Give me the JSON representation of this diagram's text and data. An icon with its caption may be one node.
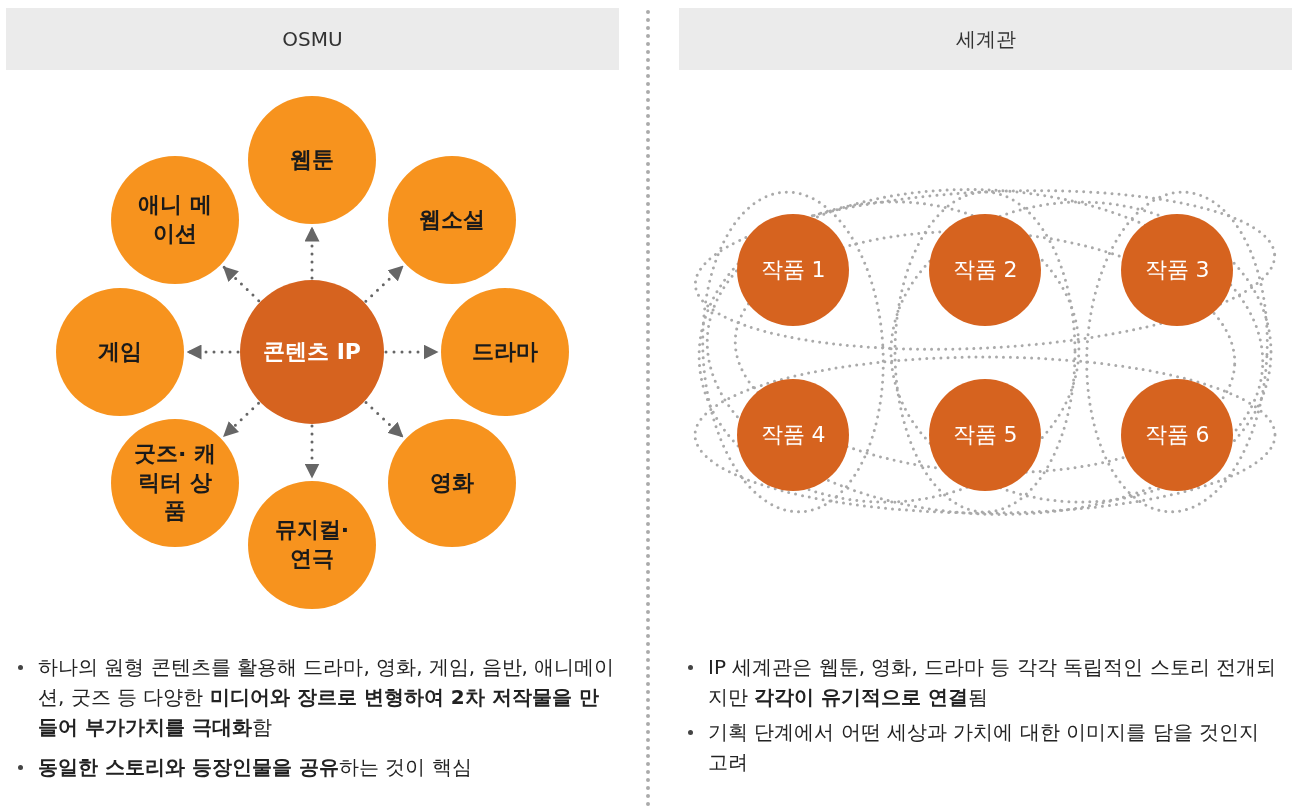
{
  "diagram": {
    "nodes": [
      {
        "text": [
          "OSMU"
        ]
      },
      {
        "text": [
          "세계관"
        ]
      },
      {
        "text": [
          "웹툰"
        ]
      },
      {
        "text": [
          "애니 메이션"
        ]
      },
      {
        "text": [
          "웹소설"
        ]
      },
      {
        "text": [
          "게임"
        ]
      },
      {
        "text": [
          "콘텐츠 IP"
        ]
      },
      {
        "text": [
          "드라마"
        ]
      },
      {
        "text": [
          "굿즈· 캐릭터 상품"
        ]
      },
      {
        "text": [
          "영화"
        ]
      },
      {
        "text": [
          "뮤지컬· 연극"
        ]
      },
      {
        "text": [
          "작품 1"
        ]
      },
      {
        "text": [
          "작품 2"
        ]
      },
      {
        "text": [
          "작품 3"
        ]
      },
      {
        "text": [
          "작품 4"
        ]
      },
      {
        "text": [
          "작품 5"
        ]
      },
      {
        "text": [
          "작품 6"
        ]
      }
    ],
    "edges": [
      {
        "from": 6,
        "to": 2,
        "arrow": "to",
        "style": "dashed"
      },
      {
        "from": 6,
        "to": 4,
        "arrow": "to",
        "style": "dashed"
      },
      {
        "from": 6,
        "to": 7,
        "arrow": "to",
        "style": "dashed"
      },
      {
        "from": 6,
        "to": 9,
        "arrow": "to",
        "style": "dashed"
      },
      {
        "from": 6,
        "to": 10,
        "arrow": "to",
        "style": "dashed"
      },
      {
        "from": 6,
        "to": 8,
        "arrow": "to",
        "style": "dashed"
      },
      {
        "from": 6,
        "to": 5,
        "arrow": "to",
        "style": "dashed"
      },
      {
        "from": 6,
        "to": 3,
        "arrow": "to",
        "style": "dashed"
      }
    ],
    "labels": [
      "하나의 원형 콘텐츠를 활용해 드라마, 영화, 게임, 음반, 애니메이션, 굿즈 등 다양한 **미디어와 장르로 변형하여 2차 저작물을 만들어 부가가치를 극대화**함",
      "**동일한 스토리와 등장인물을 공유**하는 것이 핵심",
      "IP 세계관은 웹툰, 영화, 드라마 등 각각 독립적인 스토리 전개되지만 **각각이 유기적으로 연결**됨",
      "기획 단계에서 어떤 세상과 가치에 대한 이미지를 담을 것인지 고려"
    ]
  }
}
